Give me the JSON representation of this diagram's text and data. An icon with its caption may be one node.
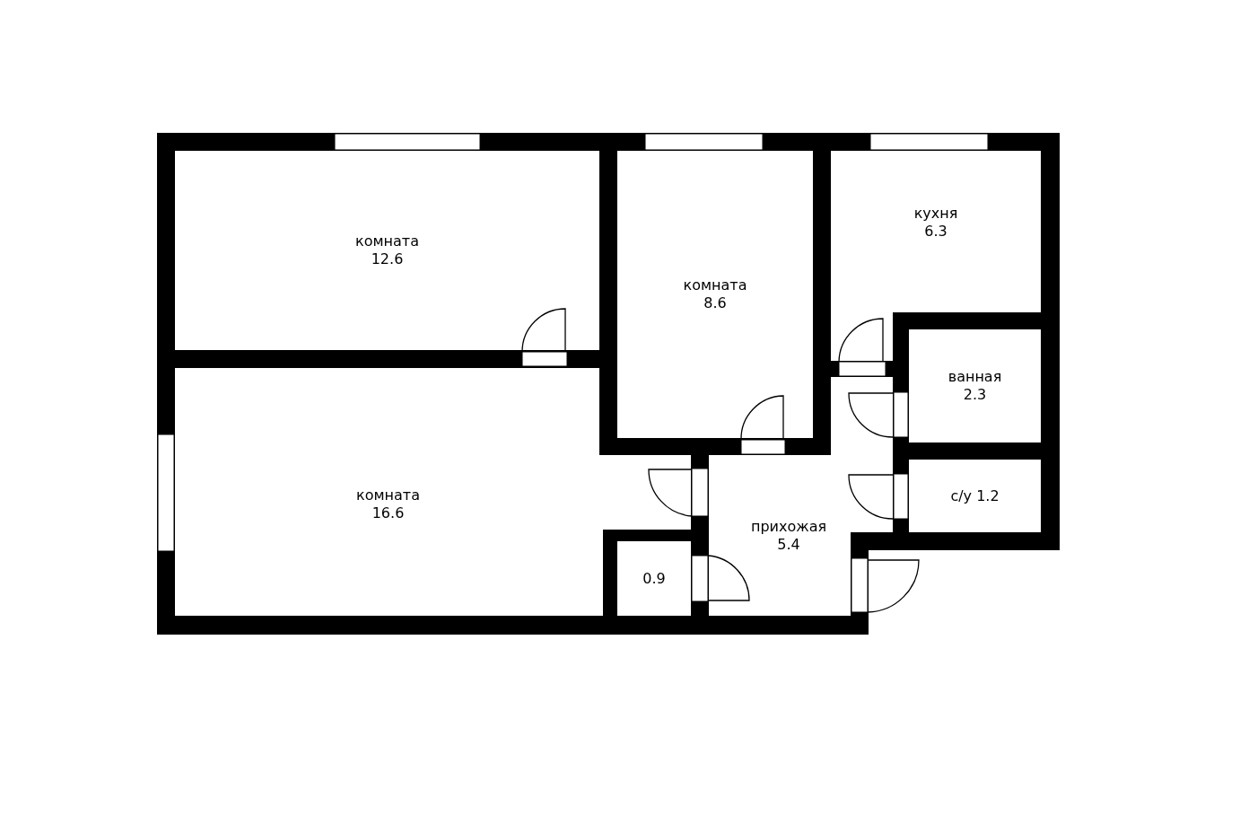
{
  "diagram": {
    "nodes": [
      {
        "text": [
          "комната",
          "12.6"
        ]
      },
      {
        "text": [
          "комната",
          "8.6"
        ]
      },
      {
        "text": [
          "кухня",
          "6.3"
        ]
      },
      {
        "text": [
          "комната",
          "16.6"
        ]
      },
      {
        "text": [
          "ванная",
          "2.3"
        ]
      },
      {
        "text": [
          "прихожая",
          "5.4"
        ]
      },
      {
        "text": [
          "с/у 1.2"
        ]
      },
      {
        "text": [
          "0.9"
        ]
      }
    ]
  }
}
